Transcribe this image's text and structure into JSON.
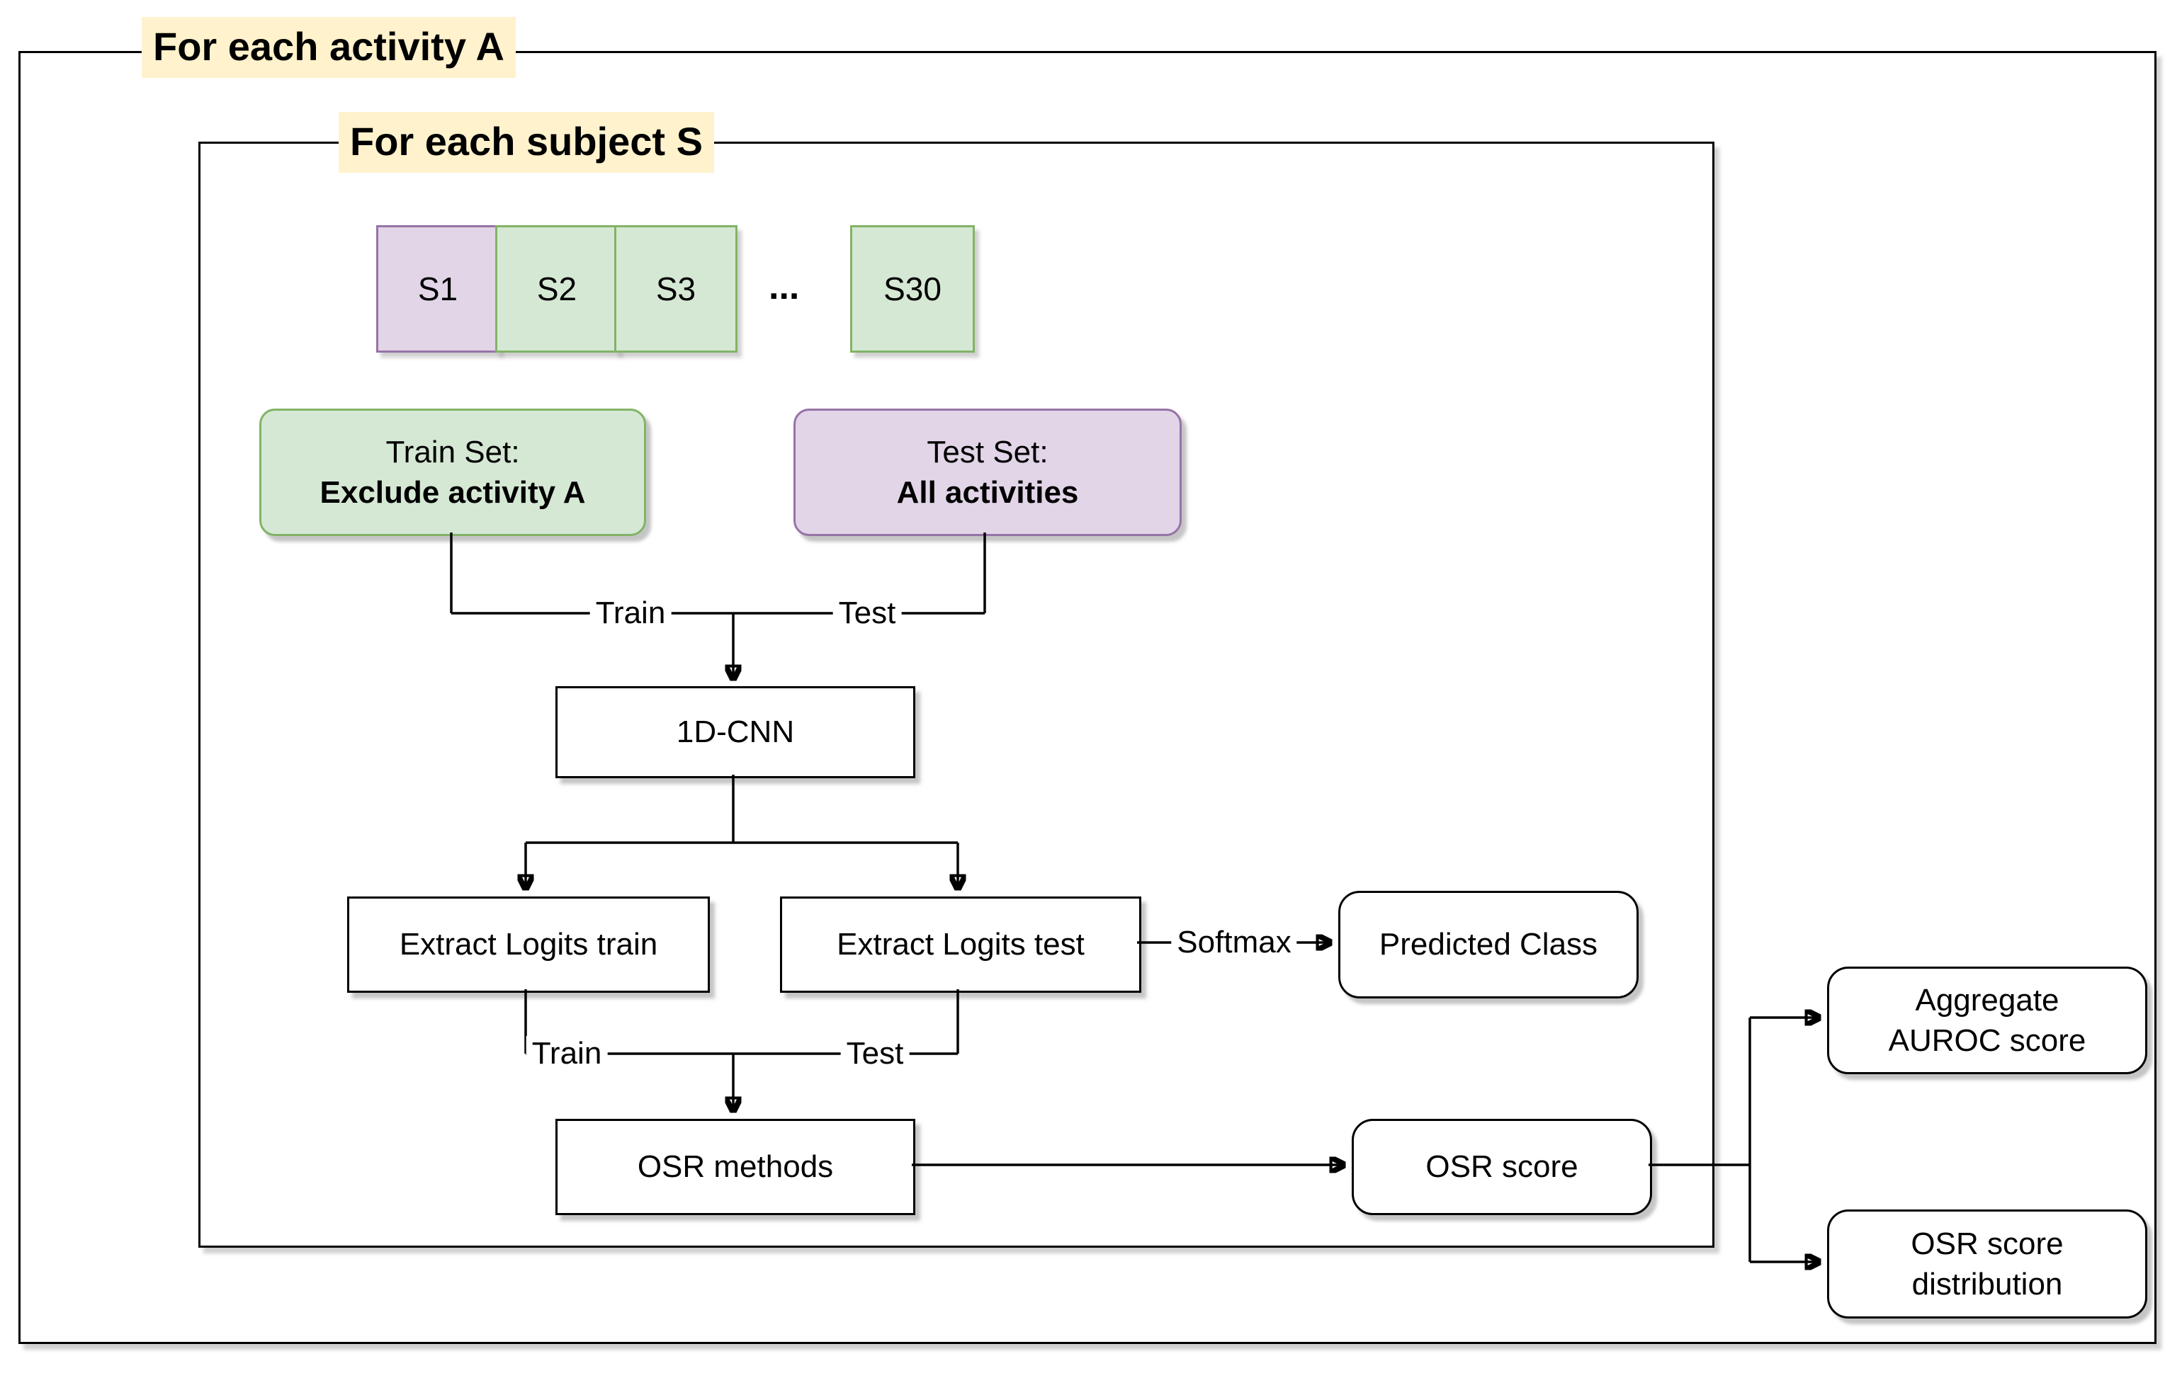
{
  "diagram": {
    "loops": {
      "outer_label": "For each activity A",
      "inner_label": "For each subject S"
    },
    "subjects": {
      "items": [
        {
          "label": "S1",
          "highlight": "purple"
        },
        {
          "label": "S2",
          "highlight": "green"
        },
        {
          "label": "S3",
          "highlight": "green"
        },
        {
          "label": "S30",
          "highlight": "green"
        }
      ],
      "ellipsis": "..."
    },
    "train_set": {
      "title": "Train Set:",
      "subtitle": "Exclude activity A"
    },
    "test_set": {
      "title": "Test Set:",
      "subtitle": "All activities"
    },
    "nodes": {
      "cnn": "1D-CNN",
      "extract_train": "Extract Logits train",
      "extract_test": "Extract Logits test",
      "predicted_class": "Predicted Class",
      "osr_methods": "OSR methods",
      "osr_score": "OSR score"
    },
    "edge_labels": {
      "merge1_train": "Train",
      "merge1_test": "Test",
      "merge2_train": "Train",
      "merge2_test": "Test",
      "softmax": "Softmax"
    },
    "outputs": {
      "aggregate": {
        "line1": "Aggregate",
        "line2": "AUROC score"
      },
      "distribution": {
        "line1": "OSR score",
        "line2": "distribution"
      }
    },
    "colors": {
      "loop_label_bg": "#FFF2CC",
      "green_fill": "#D5E8D4",
      "green_border": "#82B366",
      "purple_fill": "#E1D5E7",
      "purple_border": "#9673A6",
      "line": "#000000",
      "box_bg": "#FFFFFF"
    }
  }
}
